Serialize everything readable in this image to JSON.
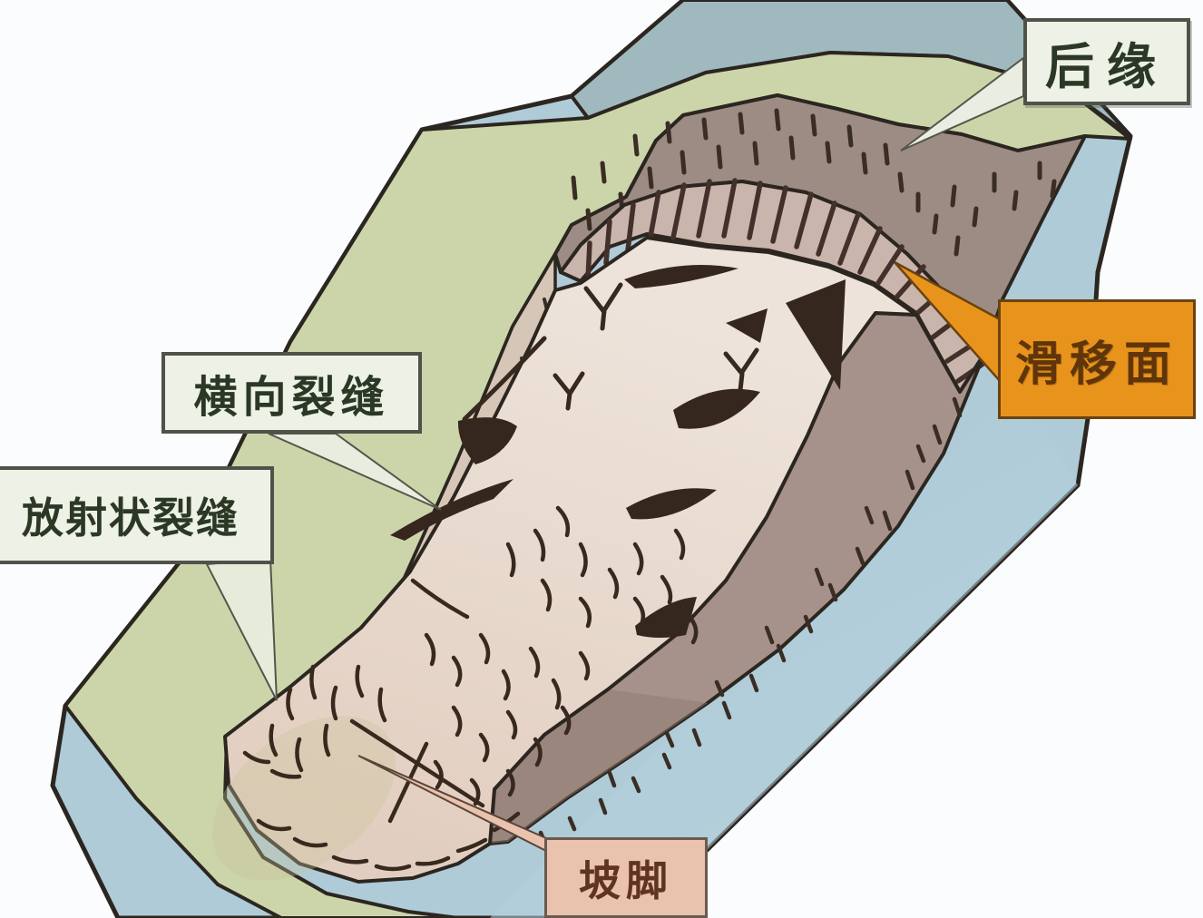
{
  "diagram": {
    "type": "landslide-anatomy-3d-block",
    "background": "#fbfcfe",
    "colors": {
      "ground_surface": "#ccd5aa",
      "base_block_side": "#aecbd7",
      "back_ridge_face": "#9fb9bf",
      "scarp_wall": "#9c8c83",
      "slip_striation_band": "#c9b5ac",
      "side_wall": "#a6928a",
      "left_flank_band": "#d5c6b8",
      "slide_mass_head": "#ede3da",
      "slide_mass_toe": "#e2cec0",
      "outline": "#2c2620",
      "crack_marks": "#38291f",
      "label_box_pale": "#edf1e6",
      "label_box_orange": "#e8941c",
      "label_box_pink": "#e9c3ae"
    },
    "labels": {
      "rear_edge": {
        "text": "后缘"
      },
      "slip_surface": {
        "text": "滑移面"
      },
      "transverse_cracks": {
        "text": "横向裂缝"
      },
      "radial_cracks": {
        "text": "放射状裂缝"
      },
      "slope_toe": {
        "text": "坡脚"
      }
    }
  }
}
